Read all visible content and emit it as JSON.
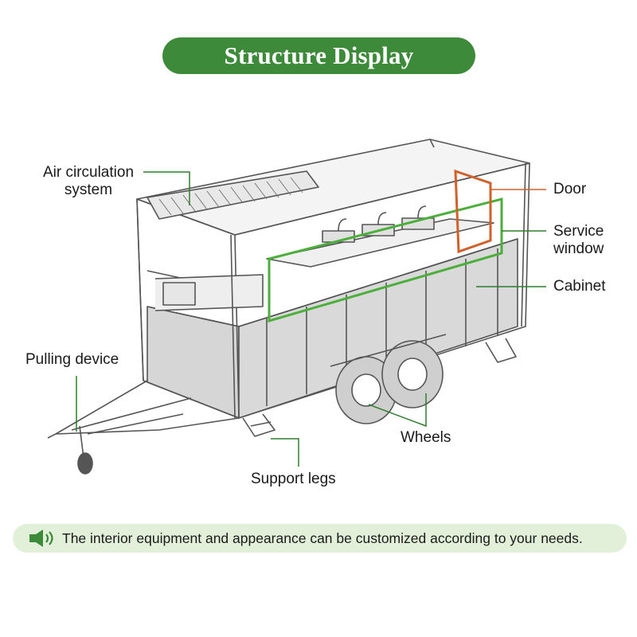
{
  "title": "Structure Display",
  "labels": {
    "air_circulation_line1": "Air circulation",
    "air_circulation_line2": "system",
    "door": "Door",
    "service_window_line1": "Service",
    "service_window_line2": "window",
    "cabinet": "Cabinet",
    "pulling_device": "Pulling device",
    "wheels": "Wheels",
    "support_legs": "Support legs"
  },
  "footer": {
    "icon": "speaker-icon",
    "text": "The interior equipment and appearance can be customized according to your needs."
  },
  "colors": {
    "brand_green": "#3d8a3a",
    "footer_bg": "#e2efd9",
    "leader_green": "#2e7d2e",
    "leader_orange": "#d2602a",
    "service_window_highlight": "#4caf3c",
    "door_highlight": "#d2602a"
  }
}
